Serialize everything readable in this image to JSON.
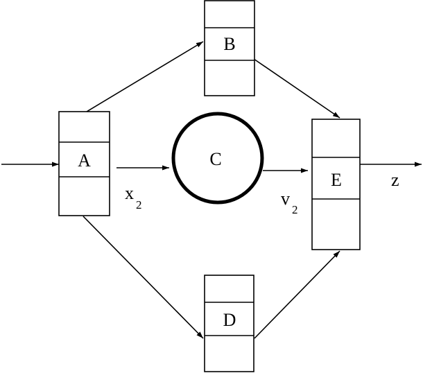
{
  "nodes": {
    "A": {
      "label": "A"
    },
    "B": {
      "label": "B"
    },
    "C": {
      "label": "C"
    },
    "D": {
      "label": "D"
    },
    "E": {
      "label": "E"
    }
  },
  "edge_labels": {
    "x": {
      "base": "x",
      "sub": "2"
    },
    "v": {
      "base": "v",
      "sub": "2"
    },
    "z": {
      "base": "z"
    }
  },
  "colors": {
    "stroke": "#000000",
    "fill": "#ffffff"
  }
}
